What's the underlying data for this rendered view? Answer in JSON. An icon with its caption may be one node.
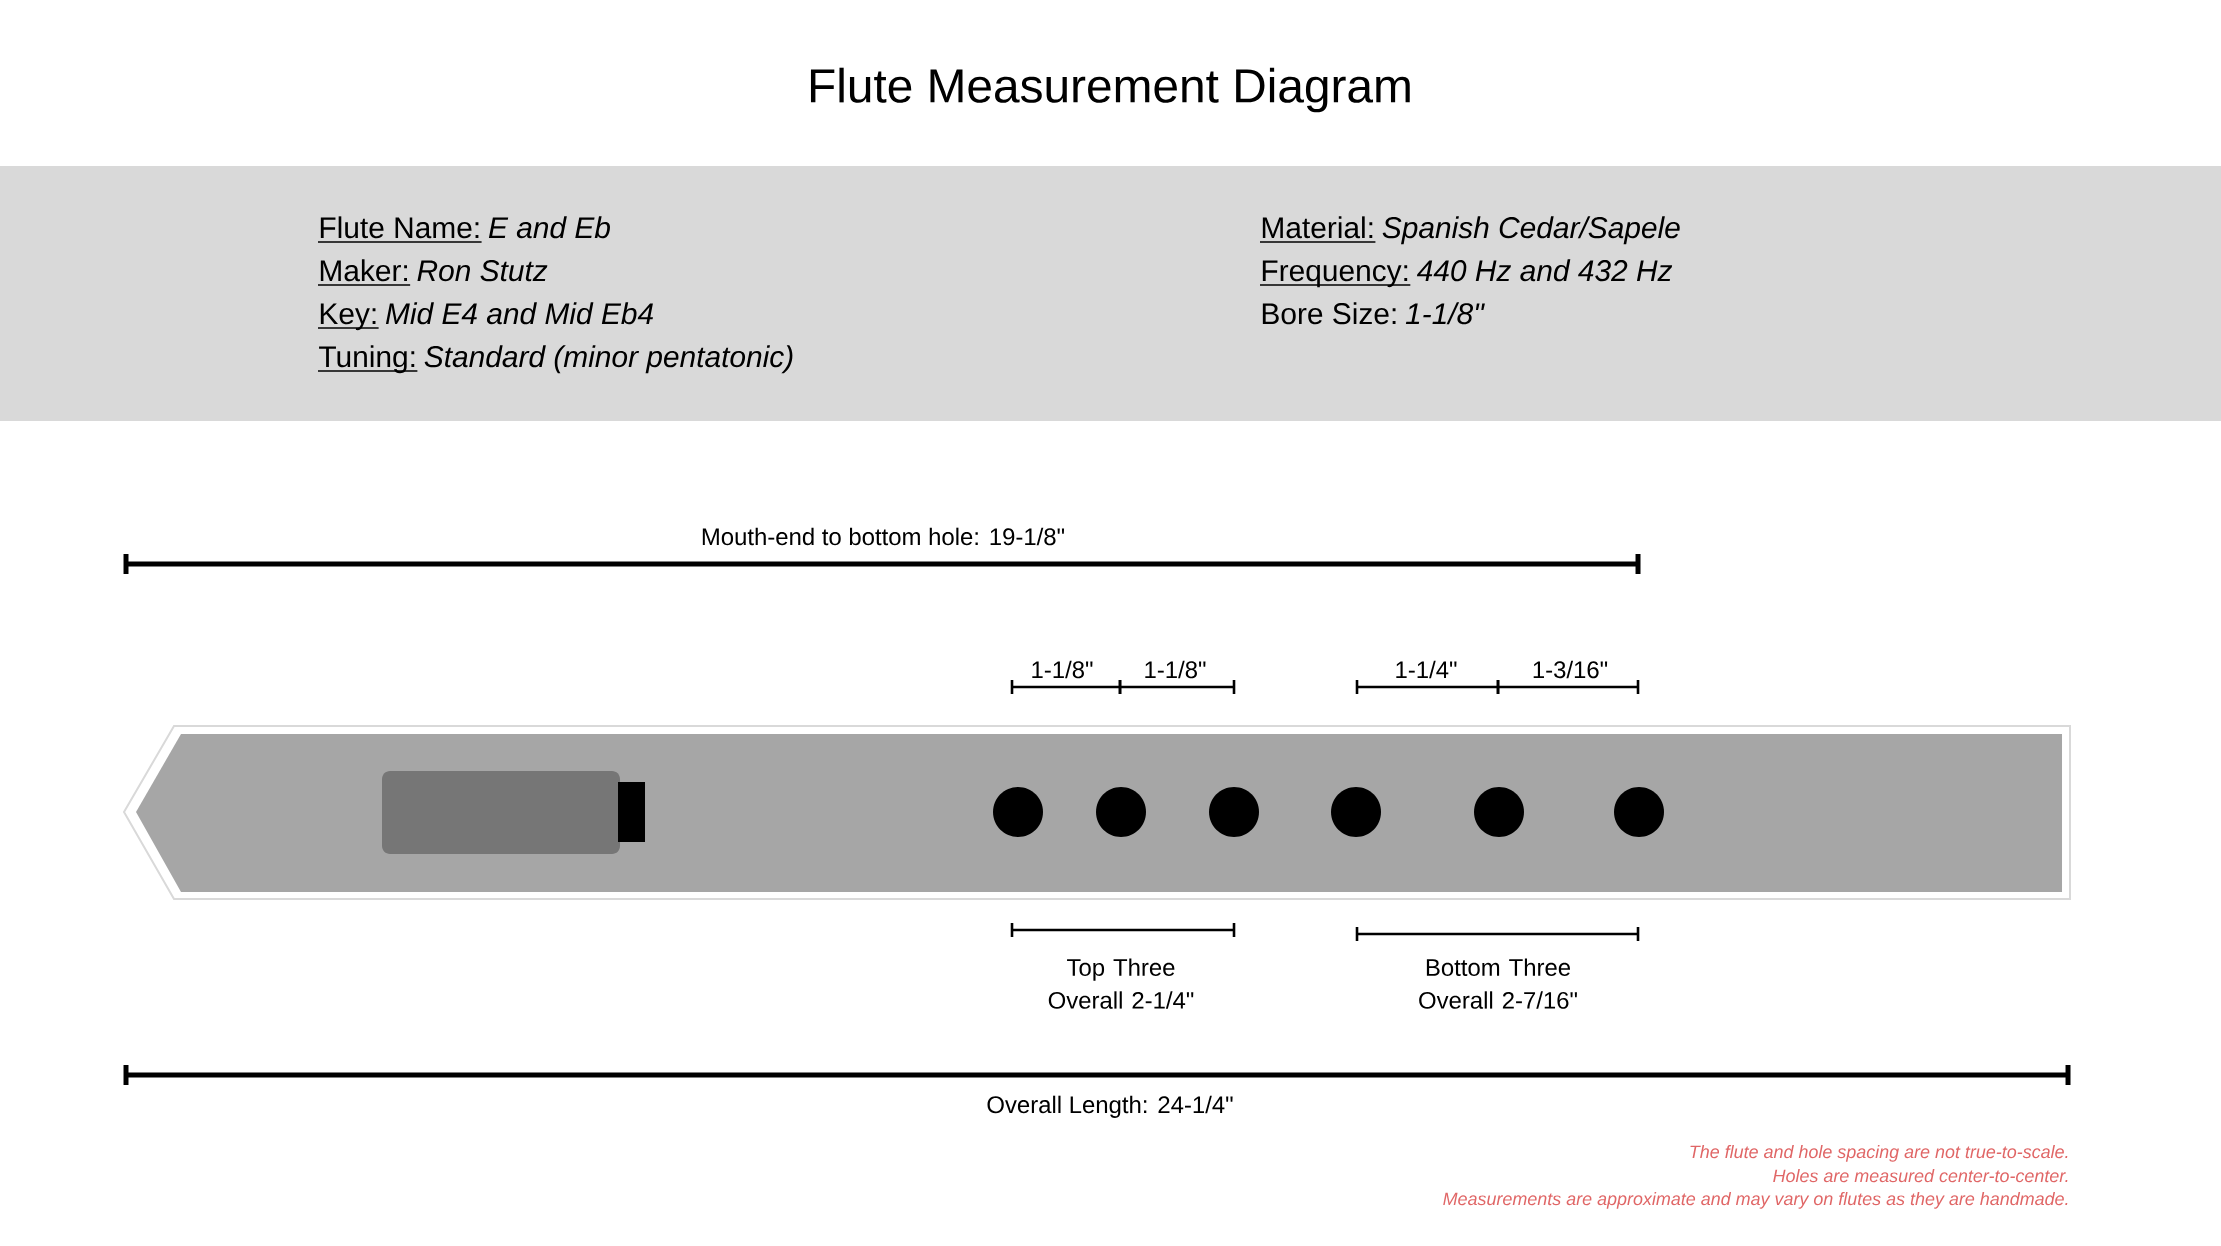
{
  "diagram": {
    "title": "Flute Measurement Diagram",
    "nodes": [
      {
        "text": [
          "Flute Name:",
          "E and Eb",
          "Maker:",
          "Ron Stutz",
          "Key:",
          "Mid E4 and Mid Eb4",
          "Tuning:",
          "Standard (minor pentatonic)",
          "Material:",
          "Spanish Cedar/Sapele",
          "Frequency:",
          "440 Hz and 432 Hz",
          "Bore Size:",
          "1-1/8\""
        ]
      }
    ],
    "labels": [
      "Mouth-end to bottom hole: 19-1/8\"",
      "1-1/8\"",
      "1-1/8\"",
      "1-1/4\"",
      "1-3/16\"",
      "Top Three Overall 2-1/4\"",
      "Bottom Three Overall 2-7/16\"",
      "Overall Length: 24-1/4\"",
      "The flute and hole spacing are not true-to-scale.",
      "Holes are measured center-to-center.",
      "Measurements are approximate and may vary on flutes as they are handmade."
    ]
  }
}
